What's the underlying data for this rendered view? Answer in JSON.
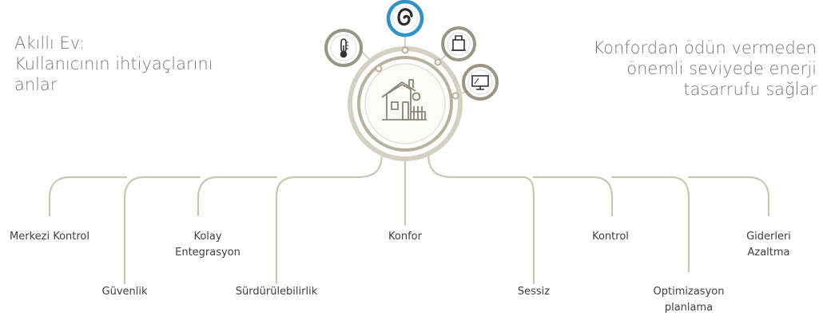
{
  "headline_left": [
    "Akıllı Ev:",
    "Kullanıcının ihtiyaçlarını",
    "anlar"
  ],
  "headline_right": [
    "Konfordan ödün vermeden",
    "önemli seviyede enerji",
    "tasarrufu sağlar"
  ],
  "hub": {
    "center_icon": "smart-house-icon",
    "satellites": [
      {
        "name": "thermometer-icon",
        "active": false
      },
      {
        "name": "brand-logo-icon",
        "active": true
      },
      {
        "name": "kettle-icon",
        "active": false
      },
      {
        "name": "tv-screen-icon",
        "active": false
      }
    ]
  },
  "features": {
    "merkezi_kontrol": [
      "Merkezi Kontrol"
    ],
    "guvenlik": [
      "Güvenlik"
    ],
    "kolay_entegrasyon": [
      "Kolay",
      "Entegrasyon"
    ],
    "surdurulebilirlik": [
      "Sürdürülebilirlik"
    ],
    "konfor": [
      "Konfor"
    ],
    "sessiz": [
      "Sessiz"
    ],
    "kontrol": [
      "Kontrol"
    ],
    "optimizasyon": [
      "Optimizasyon",
      "planlama"
    ],
    "giderleri_azaltma": [
      "Giderleri",
      "Azaltma"
    ]
  },
  "colors": {
    "line": "#c9c6b4",
    "ring_outer": "#d4d1c2",
    "ring_mid": "#b6b29d",
    "satellite_ring": "#9a9686",
    "active_ring": "#2f93c6",
    "text": "#404040",
    "headline": "#7a7a7a"
  }
}
